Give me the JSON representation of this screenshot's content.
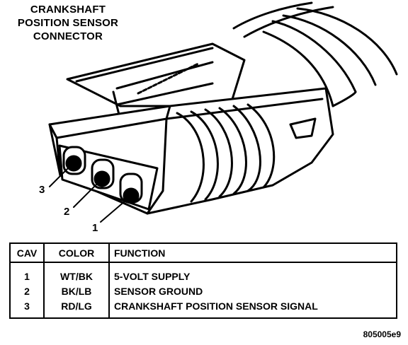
{
  "title": {
    "line1": "CRANKSHAFT",
    "line2": "POSITION SENSOR",
    "line3": "CONNECTOR"
  },
  "cavity_labels": [
    "3",
    "2",
    "1"
  ],
  "table": {
    "headers": [
      "CAV",
      "COLOR",
      "FUNCTION"
    ],
    "rows": [
      {
        "cav": "1",
        "color": "WT/BK",
        "function": "5-VOLT SUPPLY"
      },
      {
        "cav": "2",
        "color": "BK/LB",
        "function": "SENSOR GROUND"
      },
      {
        "cav": "3",
        "color": "RD/LG",
        "function": "CRANKSHAFT POSITION SENSOR SIGNAL"
      }
    ]
  },
  "figure_id": "805005e9"
}
